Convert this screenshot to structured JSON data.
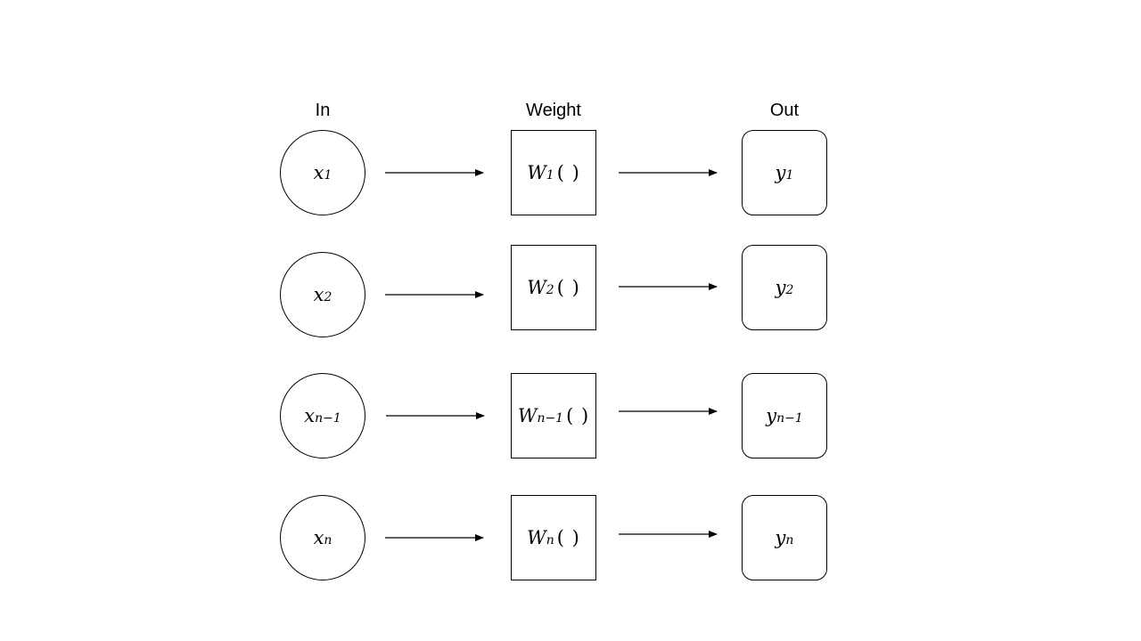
{
  "headers": {
    "in": "In",
    "weight": "Weight",
    "out": "Out"
  },
  "rows": [
    {
      "x": "x",
      "x_sub": "1",
      "w": "W",
      "w_sub": "1",
      "w_paren": "( )",
      "y": "y",
      "y_sub": "1"
    },
    {
      "x": "x",
      "x_sub": "2",
      "w": "W",
      "w_sub": "2",
      "w_paren": "( )",
      "y": "y",
      "y_sub": "2"
    },
    {
      "x": "x",
      "x_sub": "n−1",
      "w": "W",
      "w_sub": "n−1",
      "w_paren": "( )",
      "y": "y",
      "y_sub": "n−1"
    },
    {
      "x": "x",
      "x_sub": "n",
      "w": "W",
      "w_sub": "n",
      "w_paren": "( )",
      "y": "y",
      "y_sub": "n"
    }
  ],
  "colors": {
    "stroke": "#000000",
    "background": "#ffffff"
  }
}
